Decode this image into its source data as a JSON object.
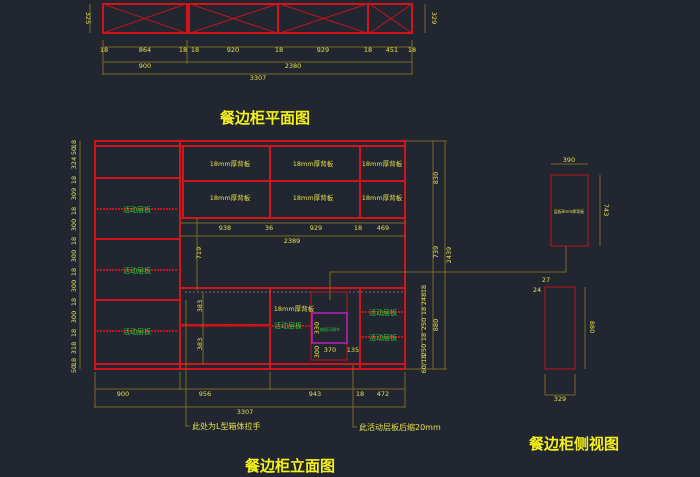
{
  "plan": {
    "title": "餐边柜平面图",
    "depth_left": "325",
    "depth_right": "329",
    "dims_row1": [
      "18",
      "864",
      "18",
      "18",
      "920",
      "18",
      "929",
      "18",
      "451",
      "18"
    ],
    "dims_row2": [
      "900",
      "2380"
    ],
    "total": "3307"
  },
  "elevation": {
    "title": "餐边柜立面图",
    "back_panel": "18mm厚背板",
    "shelf": "活动层板",
    "left_dims": [
      "18",
      "50",
      "324",
      "18",
      "309",
      "18",
      "300",
      "18",
      "300",
      "18",
      "300",
      "18",
      "300",
      "18",
      "318",
      "18",
      "50"
    ],
    "right_dims": [
      "830",
      "739",
      "2439",
      "880"
    ],
    "right_small_dims": [
      "18",
      "248",
      "18",
      "250",
      "18",
      "250",
      "60/18"
    ],
    "upper_dims": [
      "938",
      "36",
      "929",
      "18",
      "469"
    ],
    "upper_total": "2389",
    "mid_height": "719",
    "left_lower_dims": [
      "383",
      "383"
    ],
    "inner_dims": [
      "330",
      "300",
      "370",
      "135"
    ],
    "inner_label": "抽屉可调节",
    "bottom_dims": [
      "900",
      "956",
      "943",
      "18",
      "472"
    ],
    "bottom_total": "3307",
    "note_left": "此处为L型箱体拉手",
    "note_right": "此活动层板后缩20mm"
  },
  "side": {
    "title": "餐边柜侧视图",
    "top_width": "390",
    "top_height": "743",
    "top_label": "层板8mm厚背板",
    "bottom_offset_a": "27",
    "bottom_offset_b": "24",
    "bottom_height": "880",
    "bottom_width": "329"
  },
  "colors": {
    "background": "#212631",
    "cabinet": "#d4141b",
    "dimension": "#e6e04a",
    "shelf_label": "#2fcf3a",
    "highlight": "#c020c0"
  }
}
